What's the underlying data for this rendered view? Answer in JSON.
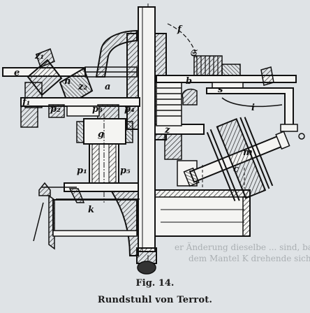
{
  "figure": {
    "number": "Fig. 14.",
    "caption": "Rundstuhl von Terrot."
  },
  "part_labels": {
    "a": "a",
    "b": "b",
    "c": "c",
    "e": "e",
    "f": "f",
    "f1": "f₁",
    "g": "g",
    "i": "i",
    "k": "k",
    "m": "m",
    "n": "n",
    "p1": "p₁",
    "p2": "p₂",
    "p3": "p₃",
    "p4": "p₄",
    "p5": "p₅",
    "s": "s",
    "z1": "z₁",
    "z2": "z₂",
    "z": "z",
    "S": "𝔖"
  },
  "bleed_through": {
    "line1": "er Änderung dieselbe ... sind, bald nach",
    "line2": "dem Mantel K drehende sich, der P..."
  }
}
